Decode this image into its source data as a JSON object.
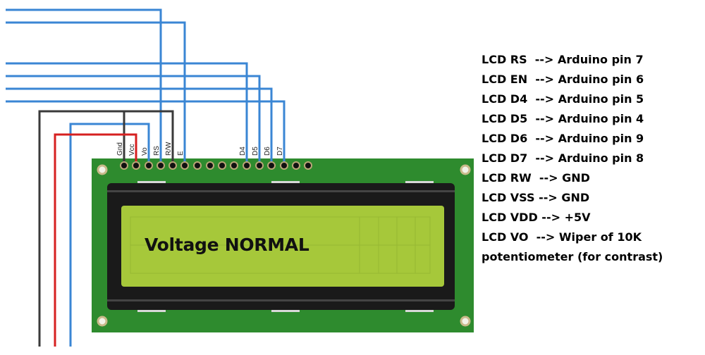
{
  "display_text": "Voltage NORMAL",
  "pin_labels": {
    "gnd": "Gnd",
    "vcc": "Vcc",
    "vo": "Vo",
    "rs": "RS",
    "rw": "R/W",
    "e": "E",
    "d4": "D4",
    "d5": "D5",
    "d6": "D6",
    "d7": "D7"
  },
  "connections": [
    "LCD RS  --> Arduino pin 7",
    "LCD EN  --> Arduino pin 6",
    "LCD D4  --> Arduino pin 5",
    "LCD D5  --> Arduino pin 4",
    "LCD D6  --> Arduino pin 9",
    "LCD D7  --> Arduino pin 8",
    "LCD RW  --> GND",
    "LCD VSS --> GND",
    "LCD VDD --> +5V",
    "LCD VO  --> Wiper of 10K",
    "potentiometer (for contrast)"
  ],
  "colors": {
    "board": "#2e8b2e",
    "wire_blue": "#3a86d4",
    "wire_red": "#d62020",
    "wire_black": "#3a3a3a",
    "lcd_screen": "#a6c83a",
    "frame": "#1a1a1a"
  }
}
